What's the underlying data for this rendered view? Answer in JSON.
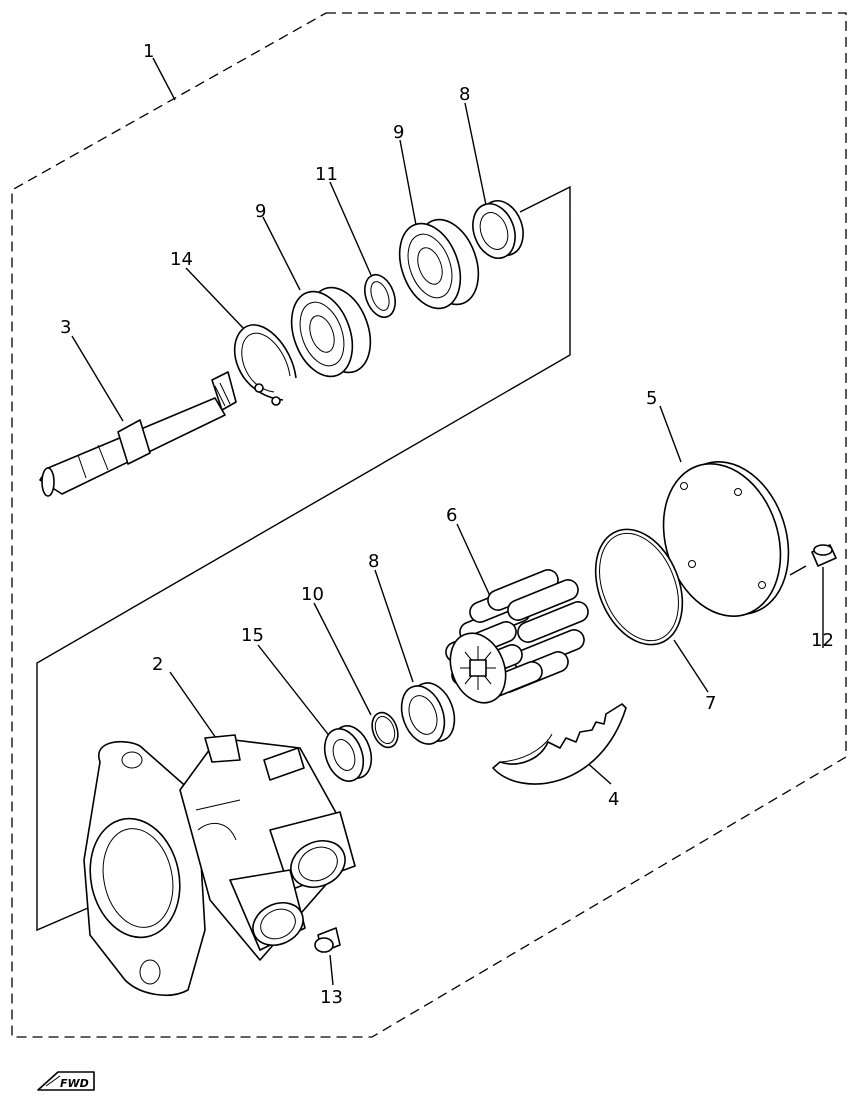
{
  "callouts": {
    "c1": "1",
    "c2": "2",
    "c3": "3",
    "c4": "4",
    "c5": "5",
    "c6": "6",
    "c7": "7",
    "c8a": "8",
    "c8b": "8",
    "c9a": "9",
    "c9b": "9",
    "c10": "10",
    "c11": "11",
    "c12": "12",
    "c13": "13",
    "c14": "14",
    "c15": "15"
  },
  "logo": {
    "text": "FWD"
  }
}
